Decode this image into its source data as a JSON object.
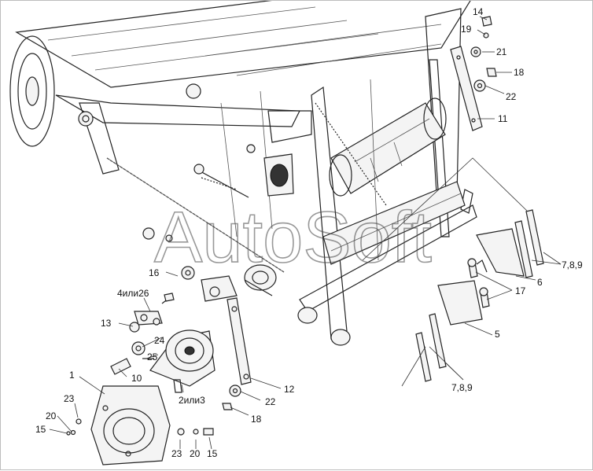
{
  "watermark": "AutoSoft",
  "callouts": [
    {
      "id": "c14",
      "text": "14"
    },
    {
      "id": "c19",
      "text": "19"
    },
    {
      "id": "c21",
      "text": "21"
    },
    {
      "id": "c18a",
      "text": "18"
    },
    {
      "id": "c22a",
      "text": "22"
    },
    {
      "id": "c11",
      "text": "11"
    },
    {
      "id": "c789a",
      "text": "7,8,9"
    },
    {
      "id": "c6",
      "text": "6"
    },
    {
      "id": "c17",
      "text": "17"
    },
    {
      "id": "c5",
      "text": "5"
    },
    {
      "id": "c789b",
      "text": "7,8,9"
    },
    {
      "id": "c16",
      "text": "16"
    },
    {
      "id": "c4or26",
      "text": "4или26"
    },
    {
      "id": "c13",
      "text": "13"
    },
    {
      "id": "c24",
      "text": "24"
    },
    {
      "id": "c25",
      "text": "25"
    },
    {
      "id": "c10",
      "text": "10"
    },
    {
      "id": "c1",
      "text": "1"
    },
    {
      "id": "c2or3",
      "text": "2или3"
    },
    {
      "id": "c12",
      "text": "12"
    },
    {
      "id": "c22b",
      "text": "22"
    },
    {
      "id": "c18b",
      "text": "18"
    },
    {
      "id": "c23a",
      "text": "23"
    },
    {
      "id": "c20a",
      "text": "20"
    },
    {
      "id": "c15a",
      "text": "15"
    },
    {
      "id": "c23b",
      "text": "23"
    },
    {
      "id": "c20b",
      "text": "20"
    },
    {
      "id": "c15b",
      "text": "15"
    }
  ]
}
